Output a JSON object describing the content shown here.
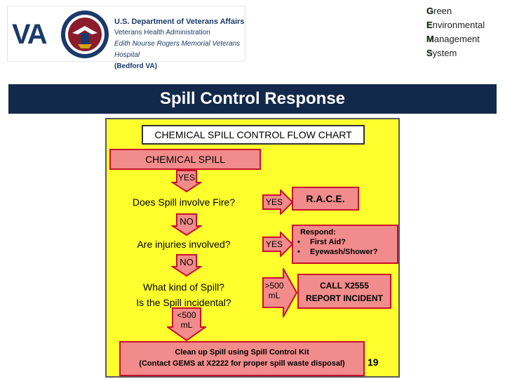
{
  "header": {
    "logo": {
      "mark": "VA",
      "line1": "U.S. Department of Veterans Affairs",
      "line2": "Veterans Health Administration",
      "line3": "Edith Nourse Rogers Memorial Veterans Hospital",
      "line4": "(Bedford VA)"
    },
    "gems": [
      {
        "cap": "G",
        "rest": "reen"
      },
      {
        "cap": "E",
        "rest": "nvironmental"
      },
      {
        "cap": "M",
        "rest": "anagement"
      },
      {
        "cap": "S",
        "rest": "ystem"
      }
    ]
  },
  "title": "Spill Control Response",
  "flow": {
    "title": "CHEMICAL SPILL CONTROL FLOW CHART",
    "spill": "CHEMICAL SPILL",
    "yes1": "YES",
    "q_fire": "Does Spill involve Fire?",
    "yes_fire": "YES",
    "race": "R.A.C.E.",
    "no1": "NO",
    "q_injury": "Are injuries involved?",
    "yes_injury": "YES",
    "respond_title": "Respond:",
    "respond_items": [
      "First Aid?",
      "Eyewash/Shower?"
    ],
    "no2": "NO",
    "q_kind_1": "What kind of Spill?",
    "q_kind_2": "Is the Spill incidental?",
    "gt500_1": ">500",
    "gt500_2": "mL",
    "call_1": "CALL X2555",
    "call_2": "REPORT INCIDENT",
    "lt500_1": "<500",
    "lt500_2": "mL",
    "cleanup_1": "Clean up Spill using Spill Control Kit",
    "cleanup_2": "(Contact GEMS at X2222 for proper spill waste disposal)"
  },
  "page_number": "19",
  "colors": {
    "title_bar": "#13294b",
    "chart_bg": "#ffff2e",
    "box_fill": "#f28c8c",
    "box_border": "#c8102e"
  }
}
